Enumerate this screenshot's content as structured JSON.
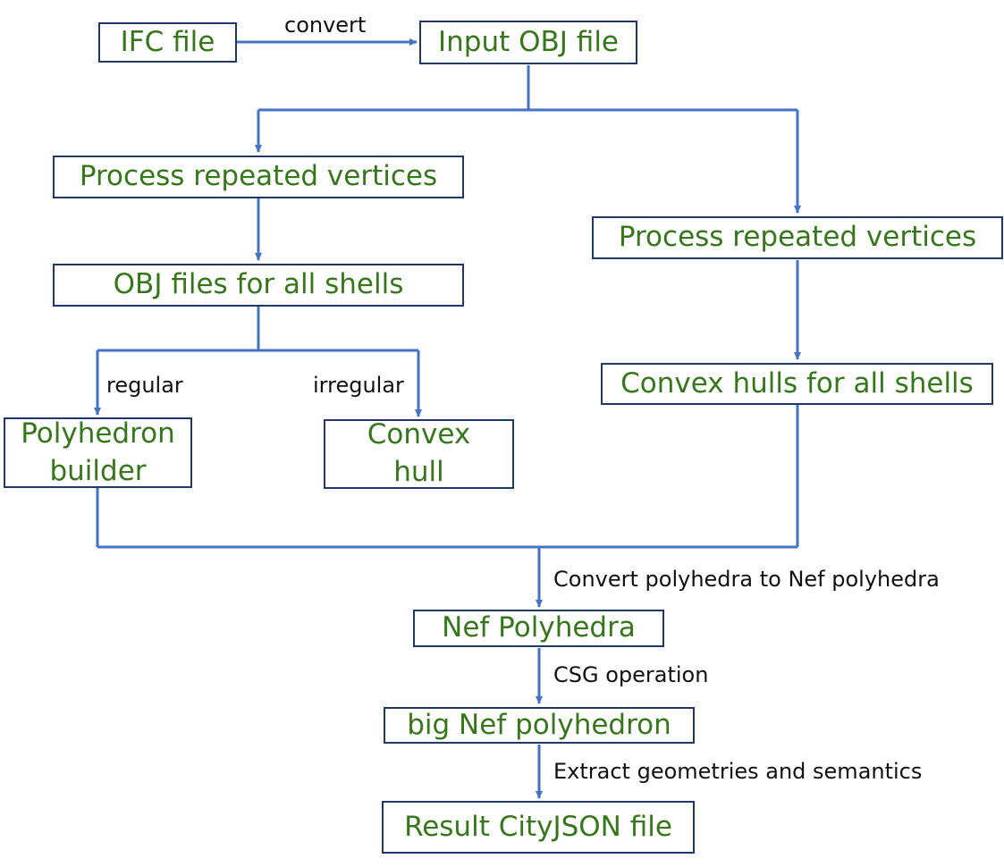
{
  "colors": {
    "node_text": "#38761d",
    "node_border": "#1f3864",
    "connector": "#4472c4",
    "label_text": "#111111"
  },
  "nodes": {
    "ifc": "IFC file",
    "input_obj": "Input OBJ file",
    "process_left": "Process repeated vertices",
    "obj_shells": "OBJ files for all shells",
    "polyhedron_builder": "Polyhedron\nbuilder",
    "convex_hull": "Convex\nhull",
    "process_right": "Process repeated vertices",
    "convex_hulls_shells": "Convex hulls for all shells",
    "nef_polyhedra": "Nef Polyhedra",
    "big_nef": "big Nef polyhedron",
    "result": "Result CityJSON file"
  },
  "edge_labels": {
    "convert": "convert",
    "regular": "regular",
    "irregular": "irregular",
    "to_nef": "Convert polyhedra to Nef polyhedra",
    "csg": "CSG operation",
    "extract": "Extract geometries and semantics"
  }
}
